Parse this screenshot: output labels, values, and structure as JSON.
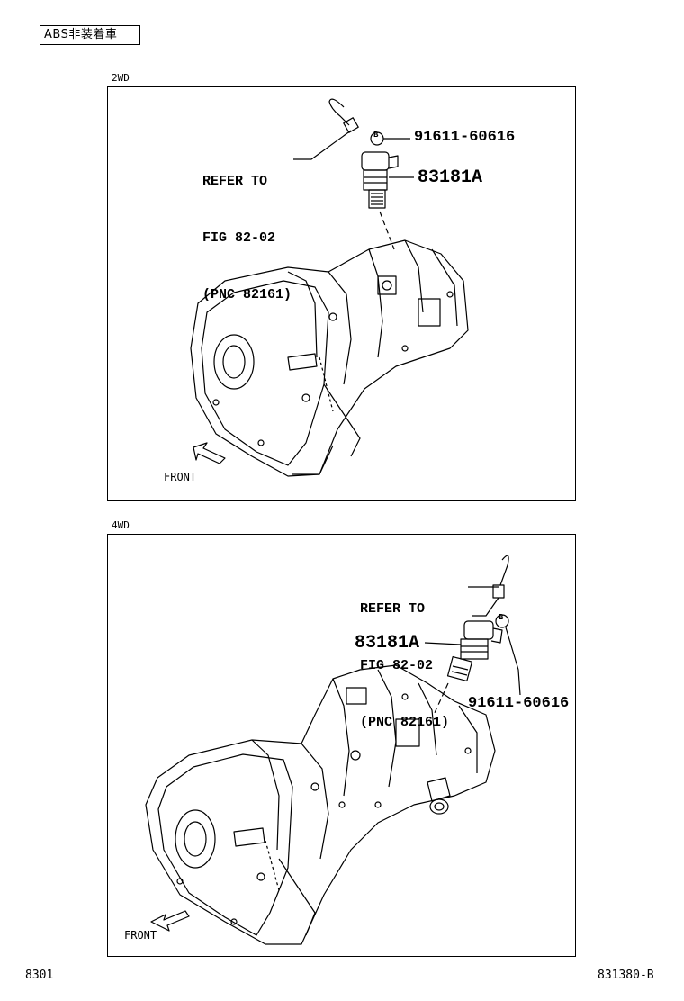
{
  "header": {
    "badge": "ABS非装着車"
  },
  "panels": [
    {
      "label": "2WD",
      "refer_lines": [
        "REFER TO",
        "FIG 82-02",
        "(PNC 82161)"
      ],
      "bolt_marker": "B",
      "bolt_part": "91611-60616",
      "sensor_part": "83181A",
      "front_label": "FRONT"
    },
    {
      "label": "4WD",
      "refer_lines": [
        "REFER TO",
        "FIG 82-02",
        "(PNC 82161)"
      ],
      "bolt_marker": "B",
      "bolt_part": "91611-60616",
      "sensor_part": "83181A",
      "front_label": "FRONT"
    }
  ],
  "footer": {
    "left": "8301",
    "right": "831380-B"
  }
}
